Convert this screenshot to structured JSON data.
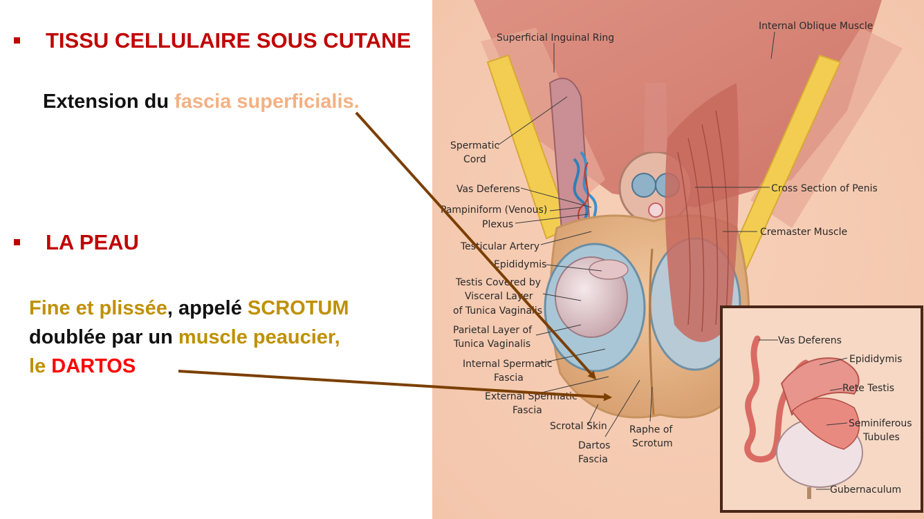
{
  "sections": [
    {
      "heading": "TISSU CELLULAIRE SOUS CUTANE",
      "line_plain": "Extension du ",
      "line_highlight": "fascia superficialis."
    },
    {
      "heading": "LA PEAU",
      "p1": "Fine et plissée",
      "p2": ", appelé ",
      "p3": "SCROTUM",
      "p4": "doublée par un ",
      "p5": "muscle peaucier,",
      "p6": "le ",
      "p7": "DARTOS"
    }
  ],
  "figure": {
    "labels": {
      "superficial_inguinal_ring": "Superficial Inguinal Ring",
      "internal_oblique_muscle": "Internal Oblique Muscle",
      "spermatic": "Spermatic",
      "cord": "Cord",
      "vas_deferens": "Vas Deferens",
      "pampiniform": "Pampiniform (Venous)",
      "plexus": "Plexus",
      "testicular_artery": "Testicular Artery",
      "epididymis": "Epididymis",
      "testis_covered_1": "Testis Covered by",
      "testis_covered_2": "Visceral Layer",
      "testis_covered_3": "of Tunica Vaginalis",
      "parietal_1": "Parietal Layer of",
      "parietal_2": "Tunica Vaginalis",
      "internal_spermatic_1": "Internal Spermatic",
      "internal_spermatic_2": "Fascia",
      "external_spermatic_1": "External Spermatic",
      "external_spermatic_2": "Fascia",
      "scrotal_skin": "Scrotal Skin",
      "dartos_1": "Dartos",
      "dartos_2": "Fascia",
      "raphe_1": "Raphe of",
      "raphe_2": "Scrotum",
      "cross_section_penis": "Cross Section of Penis",
      "cremaster_muscle": "Cremaster Muscle"
    },
    "inset_labels": {
      "vas_deferens": "Vas Deferens",
      "epididymis": "Epididymis",
      "rete_testis": "Rete Testis",
      "seminiferous_1": "Seminiferous",
      "seminiferous_2": "Tubules",
      "gubernaculum": "Gubernaculum"
    }
  },
  "colors": {
    "heading": "#c00000",
    "peach": "#f4b183",
    "olive": "#bf9000",
    "red": "#ff0000",
    "arrow": "#7b3f00"
  }
}
